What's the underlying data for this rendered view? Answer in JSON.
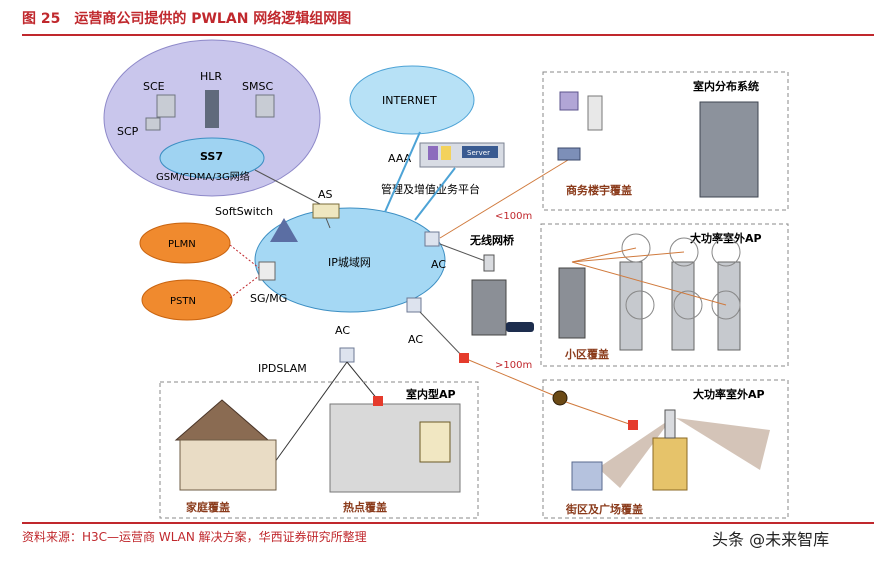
{
  "title": {
    "figure_no": "图 25",
    "text": "运营商公司提供的 PWLAN 网络逻辑组网图"
  },
  "core_cluster": {
    "sce": "SCE",
    "hlr": "HLR",
    "smsc": "SMSC",
    "scp": "SCP",
    "ss7": "SS7",
    "network": "GSM/CDMA/3G网络"
  },
  "internet": "INTERNET",
  "aaa": {
    "label": "AAA",
    "server": "Server",
    "platform": "管理及增值业务平台"
  },
  "as": "AS",
  "softswitch": "SoftSwitch",
  "plmn": "PLMN",
  "pstn": "PSTN",
  "sgmg": "SG/MG",
  "ip_network": "IP城域网",
  "ac_labels": [
    "AC",
    "AC",
    "AC"
  ],
  "ipdslam": "IPDSLAM",
  "bridge": "无线网桥",
  "distance_short": "<100m",
  "distance_long": ">100m",
  "indoor_dist": "室内分布系统",
  "commercial": "商务楼宇覆盖",
  "high_power_1": "大功率室外AP",
  "residential": "小区覆盖",
  "high_power_2": "大功率室外AP",
  "street": "街区及广场覆盖",
  "indoor_ap": "室内型AP",
  "home": "家庭覆盖",
  "hotspot": "热点覆盖",
  "footer": "资料来源：H3C—运营商 WLAN 解决方案，华西证券研究所整理",
  "watermark": "头条 @未来智库"
}
